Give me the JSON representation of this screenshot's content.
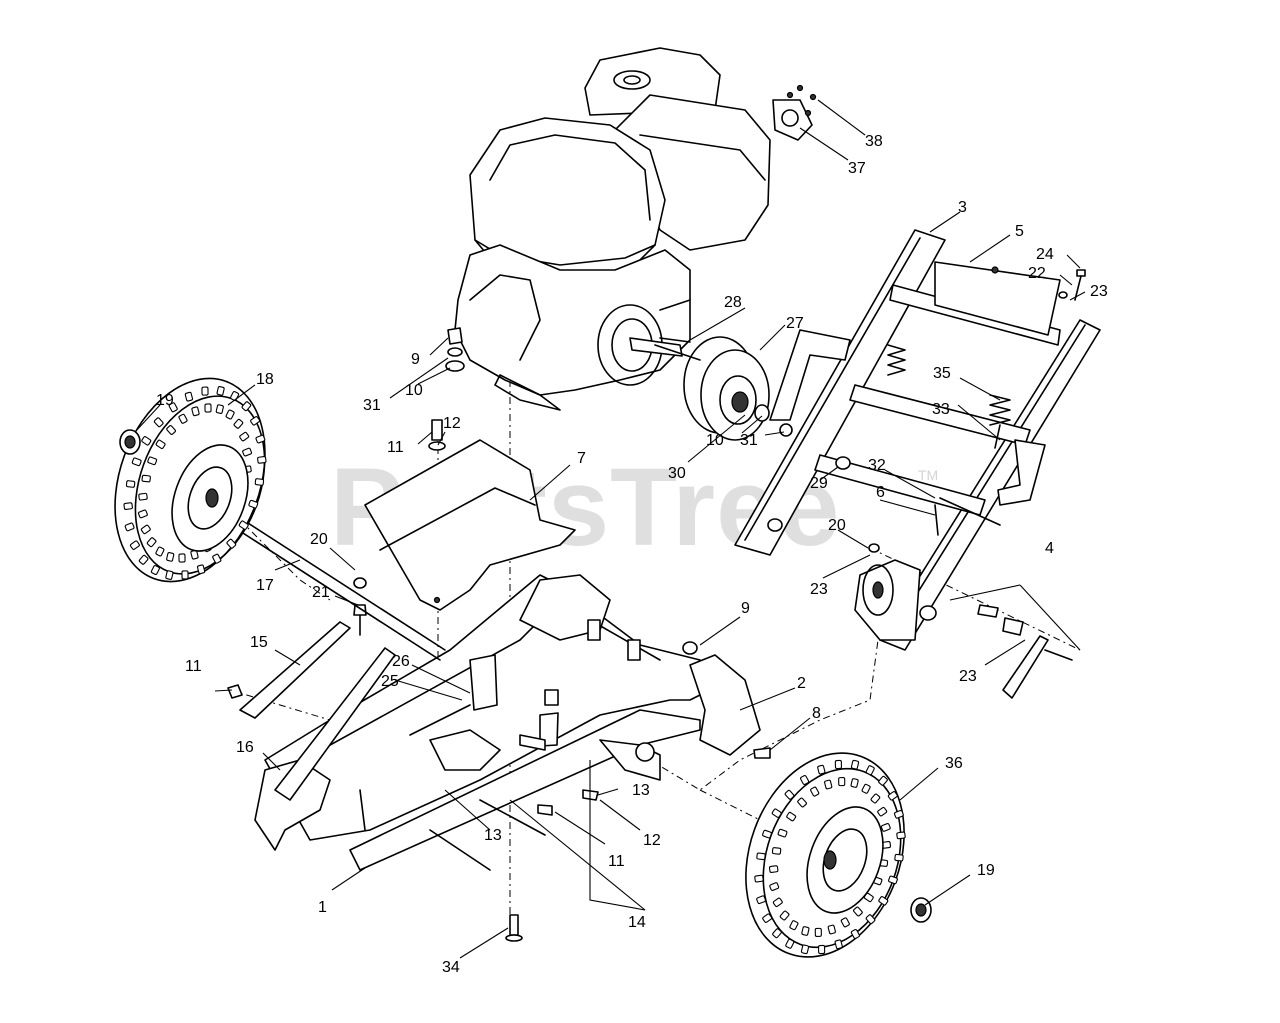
{
  "watermark": {
    "text": "PartsTree",
    "tm": "TM"
  },
  "callouts": [
    {
      "id": "c1",
      "label": "1"
    },
    {
      "id": "c2",
      "label": "2"
    },
    {
      "id": "c3",
      "label": "3"
    },
    {
      "id": "c4",
      "label": "4"
    },
    {
      "id": "c5",
      "label": "5"
    },
    {
      "id": "c6",
      "label": "6"
    },
    {
      "id": "c7",
      "label": "7"
    },
    {
      "id": "c8",
      "label": "8"
    },
    {
      "id": "c9a",
      "label": "9"
    },
    {
      "id": "c9b",
      "label": "9"
    },
    {
      "id": "c10a",
      "label": "10"
    },
    {
      "id": "c10b",
      "label": "10"
    },
    {
      "id": "c11a",
      "label": "11"
    },
    {
      "id": "c11b",
      "label": "11"
    },
    {
      "id": "c11c",
      "label": "11"
    },
    {
      "id": "c12a",
      "label": "12"
    },
    {
      "id": "c12b",
      "label": "12"
    },
    {
      "id": "c13a",
      "label": "13"
    },
    {
      "id": "c13b",
      "label": "13"
    },
    {
      "id": "c14",
      "label": "14"
    },
    {
      "id": "c15",
      "label": "15"
    },
    {
      "id": "c16",
      "label": "16"
    },
    {
      "id": "c17",
      "label": "17"
    },
    {
      "id": "c18",
      "label": "18"
    },
    {
      "id": "c19a",
      "label": "19"
    },
    {
      "id": "c19b",
      "label": "19"
    },
    {
      "id": "c20a",
      "label": "20"
    },
    {
      "id": "c20b",
      "label": "20"
    },
    {
      "id": "c21",
      "label": "21"
    },
    {
      "id": "c22",
      "label": "22"
    },
    {
      "id": "c23a",
      "label": "23"
    },
    {
      "id": "c23b",
      "label": "23"
    },
    {
      "id": "c23c",
      "label": "23"
    },
    {
      "id": "c24",
      "label": "24"
    },
    {
      "id": "c25",
      "label": "25"
    },
    {
      "id": "c26",
      "label": "26"
    },
    {
      "id": "c27",
      "label": "27"
    },
    {
      "id": "c28",
      "label": "28"
    },
    {
      "id": "c29",
      "label": "29"
    },
    {
      "id": "c30",
      "label": "30"
    },
    {
      "id": "c31a",
      "label": "31"
    },
    {
      "id": "c31b",
      "label": "31"
    },
    {
      "id": "c32",
      "label": "32"
    },
    {
      "id": "c33",
      "label": "33"
    },
    {
      "id": "c34",
      "label": "34"
    },
    {
      "id": "c35",
      "label": "35"
    },
    {
      "id": "c36",
      "label": "36"
    },
    {
      "id": "c37",
      "label": "37"
    },
    {
      "id": "c38",
      "label": "38"
    }
  ]
}
